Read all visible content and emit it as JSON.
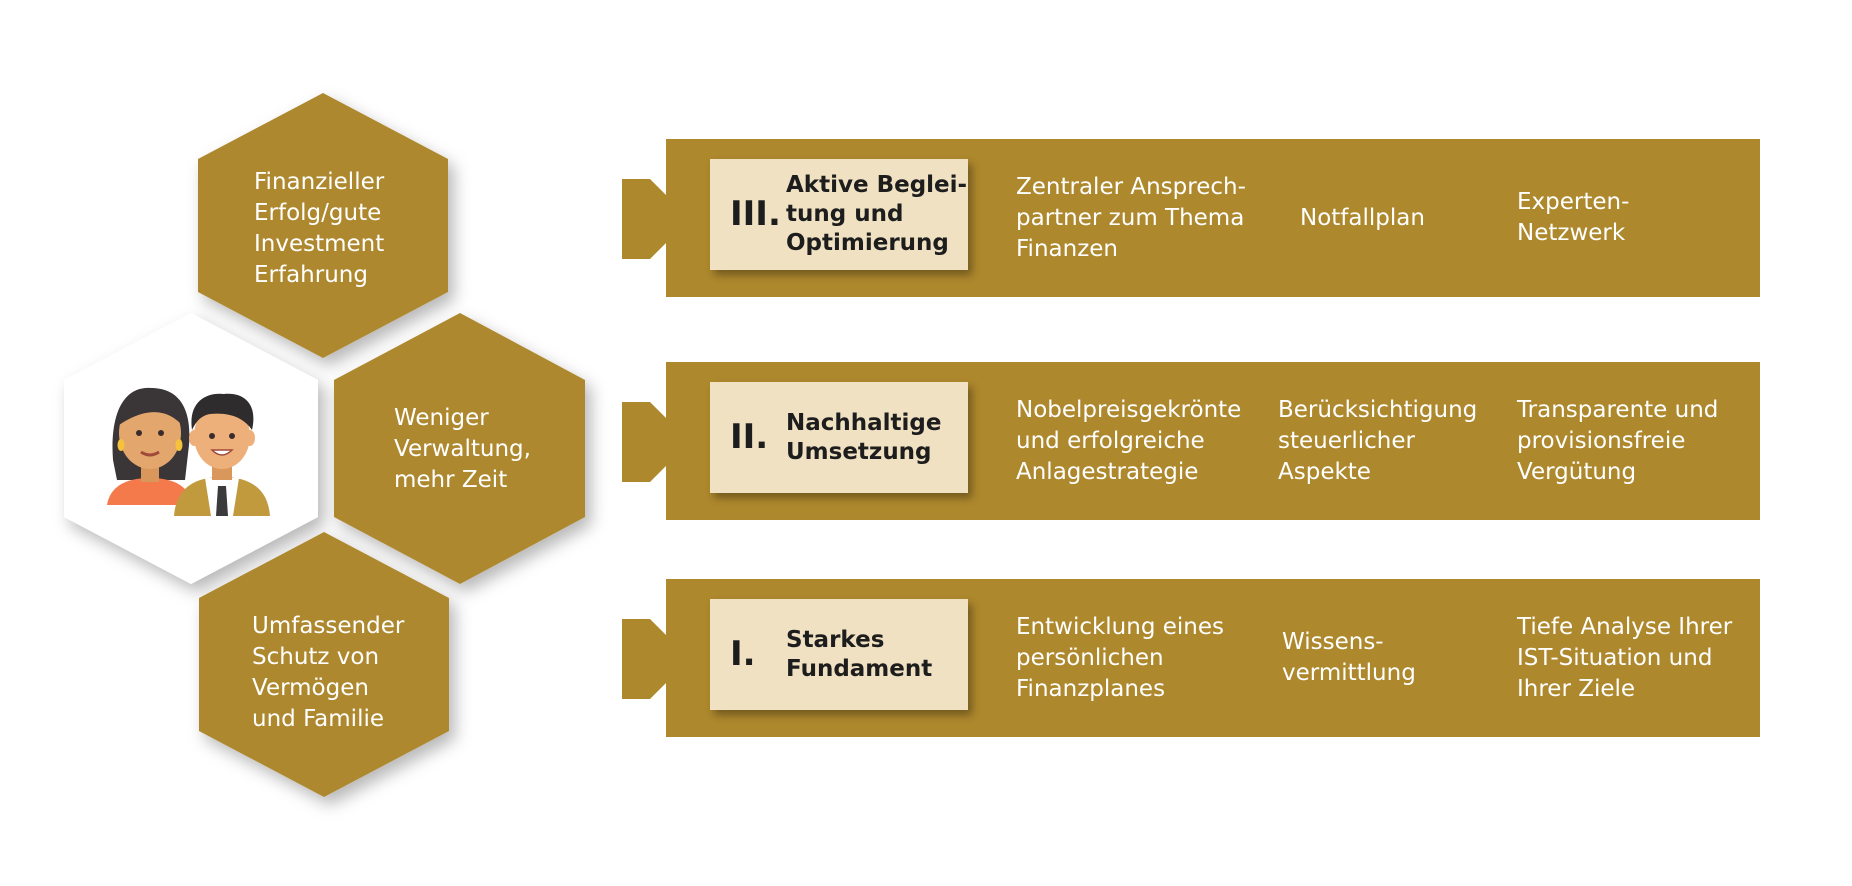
{
  "colors": {
    "gold": "#ae882d",
    "light_box": "#f0e1c3",
    "dark_text": "#1d1d1d",
    "white": "#ffffff"
  },
  "hexagons": {
    "top": {
      "lines": [
        "Finanzieller",
        "Erfolg/gute",
        "Investment",
        "Erfahrung"
      ]
    },
    "middle": {
      "lines": [
        "Weniger",
        "Verwaltung,",
        "mehr Zeit"
      ]
    },
    "bottom": {
      "lines": [
        "Umfassender",
        "Schutz von",
        "Vermögen",
        "und Familie"
      ]
    },
    "people_icon": "couple-icon"
  },
  "levels": [
    {
      "numeral": "III.",
      "title_lines": [
        "Aktive Beglei-",
        "tung und",
        "Optimierung"
      ],
      "items": [
        {
          "lines": [
            "Zentraler Ansprech-",
            "partner zum Thema",
            "Finanzen"
          ]
        },
        {
          "lines": [
            "Notfallplan"
          ]
        },
        {
          "lines": [
            "Experten-",
            "Netzwerk"
          ]
        }
      ]
    },
    {
      "numeral": "II.",
      "title_lines": [
        "Nachhaltige",
        "Umsetzung"
      ],
      "items": [
        {
          "lines": [
            "Nobelpreisgekrönte",
            "und erfolgreiche",
            "Anlagestrategie"
          ]
        },
        {
          "lines": [
            "Berücksichtigung",
            "steuerlicher",
            "Aspekte"
          ]
        },
        {
          "lines": [
            "Transparente und",
            "provisionsfreie",
            "Vergütung"
          ]
        }
      ]
    },
    {
      "numeral": "I.",
      "title_lines": [
        "Starkes",
        "Fundament"
      ],
      "items": [
        {
          "lines": [
            "Entwicklung eines",
            "persönlichen",
            "Finanzplanes"
          ]
        },
        {
          "lines": [
            "Wissens-",
            "vermittlung"
          ]
        },
        {
          "lines": [
            "Tiefe Analyse Ihrer",
            "IST-Situation und",
            "Ihrer Ziele"
          ]
        }
      ]
    }
  ]
}
